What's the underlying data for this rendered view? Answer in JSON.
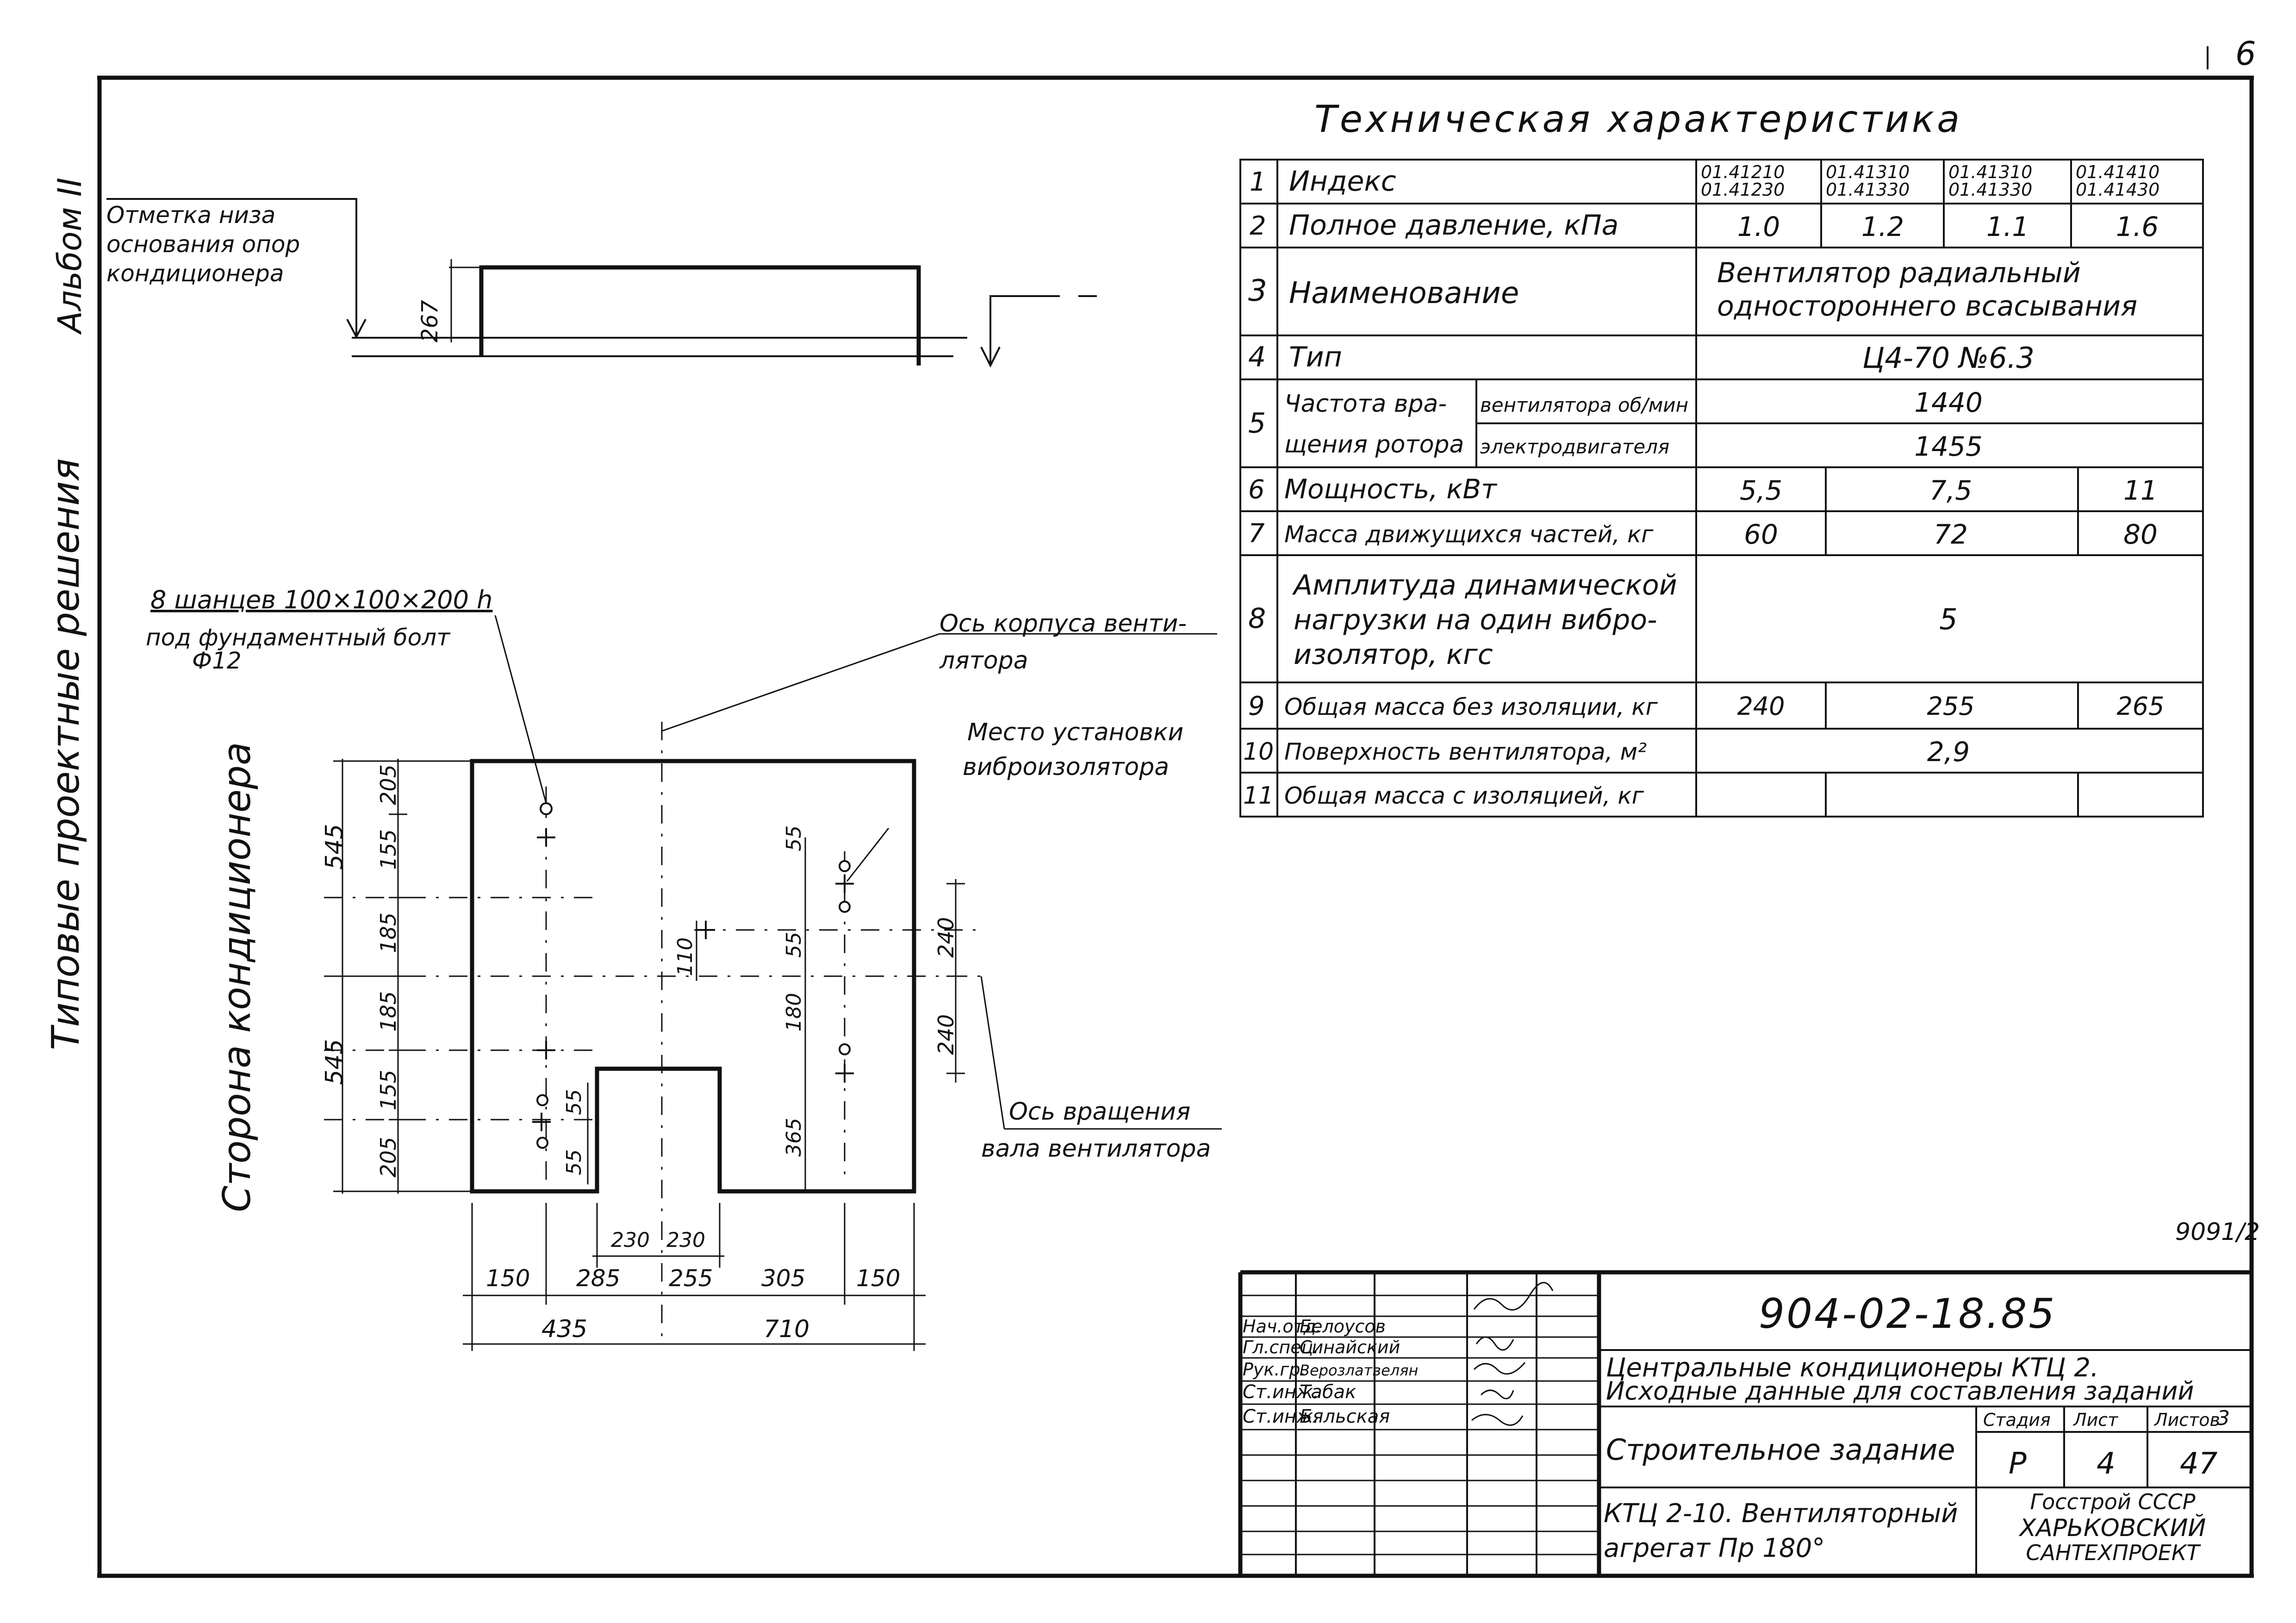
{
  "sheet_corner_number": "6",
  "side_labels": {
    "album": "Альбом II",
    "series": "Типовые проектные решения",
    "conditioner_side": "Сторона кондиционера"
  },
  "elevation": {
    "note_line1": "Отметка низа",
    "note_line2": "основания опор",
    "note_line3": "кондиционера",
    "dim": "267"
  },
  "plan": {
    "anchor_note_line1": "8 шанцев 100×100×200 h",
    "anchor_note_line2": "под фундаментный болт",
    "anchor_note_line3": "Ф12",
    "casing_axis_line1": "Ось корпуса венти-",
    "casing_axis_line2": "лятора",
    "isolator_line1": "Место установки",
    "isolator_line2": "виброизолятора",
    "shaft_axis_line1": "Ось вращения",
    "shaft_axis_line2": "вала вентилятора",
    "left_dims": [
      "545",
      "545"
    ],
    "left_chain": [
      "205",
      "155",
      "185",
      "185",
      "155",
      "205"
    ],
    "inner_dims": [
      "55",
      "55",
      "55",
      "55",
      "110",
      "180",
      "365"
    ],
    "right_dims": [
      "240",
      "240"
    ],
    "notch_dims": [
      "230",
      "230"
    ],
    "bottom_chain": [
      "150",
      "285",
      "255",
      "305",
      "150"
    ],
    "bottom_total": [
      "435",
      "710"
    ]
  },
  "tech_spec": {
    "title": "Техническая характеристика",
    "rows": [
      {
        "n": "1",
        "label": "Индекс",
        "values": [
          "01.41210\n01.41230",
          "01.41310\n01.41330",
          "01.41310\n01.41330",
          "01.41410\n01.41430"
        ]
      },
      {
        "n": "2",
        "label": "Полное давление, кПа",
        "values": [
          "1.0",
          "1.2",
          "1.1",
          "1.6"
        ]
      },
      {
        "n": "3",
        "label": "Наименование",
        "values": [
          "Вентилятор радиальный\nодностороннего всасывания"
        ]
      },
      {
        "n": "4",
        "label": "Тип",
        "values": [
          "Ц4-70 №6.3"
        ]
      },
      {
        "n": "5",
        "label": "Частота вра-\nщения ротора",
        "sub_labels": [
          "вентилятора об/мин",
          "электродвигателя"
        ],
        "values": [
          "1440",
          "1455"
        ]
      },
      {
        "n": "6",
        "label": "Мощность, кВт",
        "values": [
          "5,5",
          "7,5",
          "11"
        ]
      },
      {
        "n": "7",
        "label": "Масса движущихся частей, кг",
        "values": [
          "60",
          "72",
          "80"
        ]
      },
      {
        "n": "8",
        "label": "Амплитуда динамической\nнагрузки на один вибро-\nизолятор, кгс",
        "values": [
          "5"
        ]
      },
      {
        "n": "9",
        "label": "Общая масса без изоляции, кг",
        "values": [
          "240",
          "255",
          "265"
        ]
      },
      {
        "n": "10",
        "label": "Поверхность вентилятора, м²",
        "values": [
          "2,9"
        ]
      },
      {
        "n": "11",
        "label": "Общая масса с изоляцией, кг",
        "values": []
      }
    ]
  },
  "side_note": "9091/2",
  "title_block": {
    "doc_number": "904-02-18.85",
    "signatures": [
      {
        "role": "Нач.отд.",
        "name": "Белоусов"
      },
      {
        "role": "Гл.спец.",
        "name": "Синайский"
      },
      {
        "role": "Рук.гр.",
        "name": "Верозлатвелян"
      },
      {
        "role": "Ст.инж.",
        "name": "Табак"
      },
      {
        "role": "Ст.инж.",
        "name": "Бяльская"
      }
    ],
    "project_line1": "Центральные кондиционеры КТЦ 2.",
    "project_line2": "Исходные данные для составления заданий",
    "sheet_title": "Строительное задание",
    "stage_label": "Стадия",
    "sheet_label": "Лист",
    "sheets_label": "Листов",
    "stage": "Р",
    "sheet": "4",
    "sheets": "47",
    "page_corner": "3",
    "drawing_title_line1": "КТЦ 2-10. Вентиляторный",
    "drawing_title_line2": "агрегат Пр 180°",
    "org_line1": "Госстрой СССР",
    "org_line2": "ХАРЬКОВСКИЙ",
    "org_line3": "САНТЕХПРОЕКТ"
  }
}
